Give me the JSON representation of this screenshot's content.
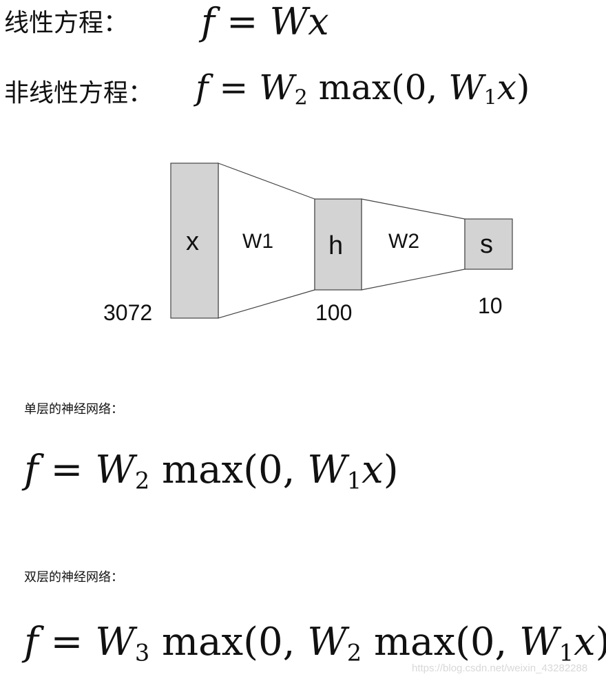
{
  "linear": {
    "label": "线性方程：",
    "formula": {
      "f": "f",
      "eq": "=",
      "W": "W",
      "x": "x"
    }
  },
  "nonlinear": {
    "label": "非线性方程：",
    "formula": {
      "f": "f",
      "eq": "=",
      "W2": "W",
      "sub2": "2",
      "max": "max(0,",
      "W1": "W",
      "sub1": "1",
      "x": "x",
      "close": ")"
    }
  },
  "diagram": {
    "nodes": [
      {
        "label": "x",
        "size": "3072"
      },
      {
        "label": "h",
        "size": "100"
      },
      {
        "label": "s",
        "size": "10"
      }
    ],
    "weights": [
      "W1",
      "W2"
    ],
    "fill": "#d3d3d3"
  },
  "single_layer": {
    "label": "单层的神经网络：",
    "formula": {
      "f": "f",
      "eq": "=",
      "W2": "W",
      "sub2": "2",
      "max": "max(0,",
      "W1": "W",
      "sub1": "1",
      "x": "x",
      "close": ")"
    }
  },
  "double_layer": {
    "label": "双层的神经网络：",
    "formula": {
      "f": "f",
      "eq": "=",
      "W3": "W",
      "sub3": "3",
      "max1": "max(0,",
      "W2": "W",
      "sub2": "2",
      "max2": "max(0,",
      "W1": "W",
      "sub1": "1",
      "x": "x",
      "close": "))"
    }
  },
  "watermark": "https://blog.csdn.net/weixin_43282288"
}
